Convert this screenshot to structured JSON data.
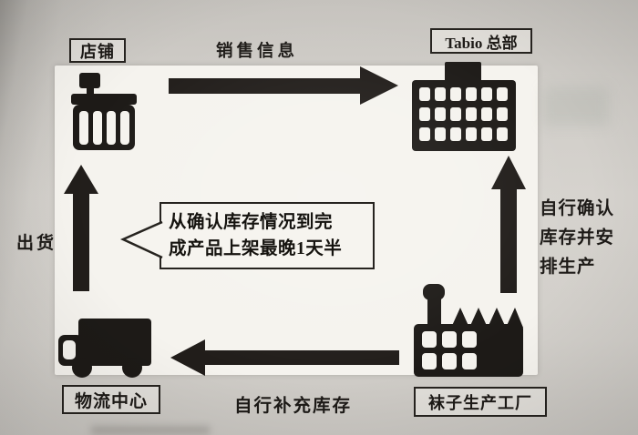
{
  "nodes": {
    "store": {
      "label": "店铺"
    },
    "headquarters": {
      "label": "Tabio 总部"
    },
    "logistics": {
      "label": "物流中心"
    },
    "factory": {
      "label": "袜子生产工厂"
    }
  },
  "flows": {
    "sales_info": {
      "label": "销售信息",
      "from": "store",
      "to": "headquarters",
      "direction": "right"
    },
    "shipping": {
      "label": "出货",
      "from": "logistics",
      "to": "store",
      "direction": "up"
    },
    "restock": {
      "label": "自行补充库存",
      "from": "factory",
      "to": "logistics",
      "direction": "left"
    },
    "production": {
      "label_full": "自行确认库存并安排生产",
      "label_line1": "自行确认",
      "label_line2": "库存并安",
      "label_line3": "排生产",
      "from": "factory",
      "to": "headquarters",
      "direction": "up"
    }
  },
  "callout": {
    "text_full": "从确认库存情况到完成产品上架最晚1天半",
    "text_line1": "从确认库存情况到完",
    "text_line2": "成产品上架最晚1天半"
  },
  "icons": {
    "store": "storefront-icon",
    "headquarters": "office-building-icon",
    "logistics": "truck-icon",
    "factory": "factory-icon"
  },
  "colors": {
    "ink": "#211d1a",
    "paper": "#cfccc7",
    "panel": "#f5f3ee"
  }
}
